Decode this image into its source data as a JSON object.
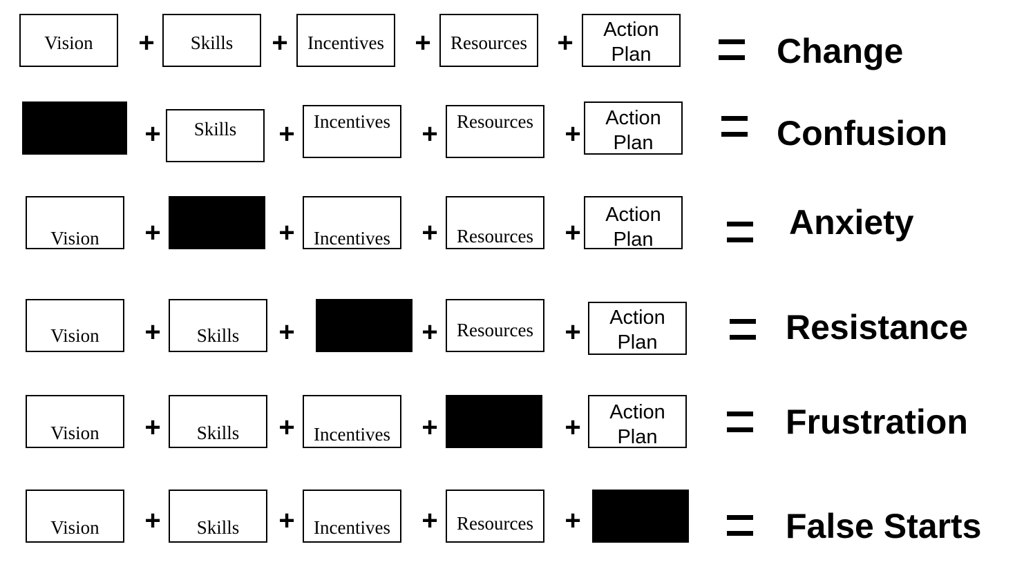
{
  "factors": {
    "vision": "Vision",
    "skills": "Skills",
    "incentives": "Incentives",
    "resources": "Resources",
    "action_plan_line1": "Action",
    "action_plan_line2": "Plan"
  },
  "operators": {
    "plus": "+",
    "equals": "="
  },
  "rows": [
    {
      "missing": null,
      "result": "Change"
    },
    {
      "missing": "Vision",
      "result": "Confusion"
    },
    {
      "missing": "Skills",
      "result": "Anxiety"
    },
    {
      "missing": "Incentives",
      "result": "Resistance"
    },
    {
      "missing": "Resources",
      "result": "Frustration"
    },
    {
      "missing": "Action Plan",
      "result": "False Starts"
    }
  ],
  "colors": {
    "background": "#ffffff",
    "box_border": "#000000",
    "missing_fill": "#000000",
    "text": "#000000"
  }
}
